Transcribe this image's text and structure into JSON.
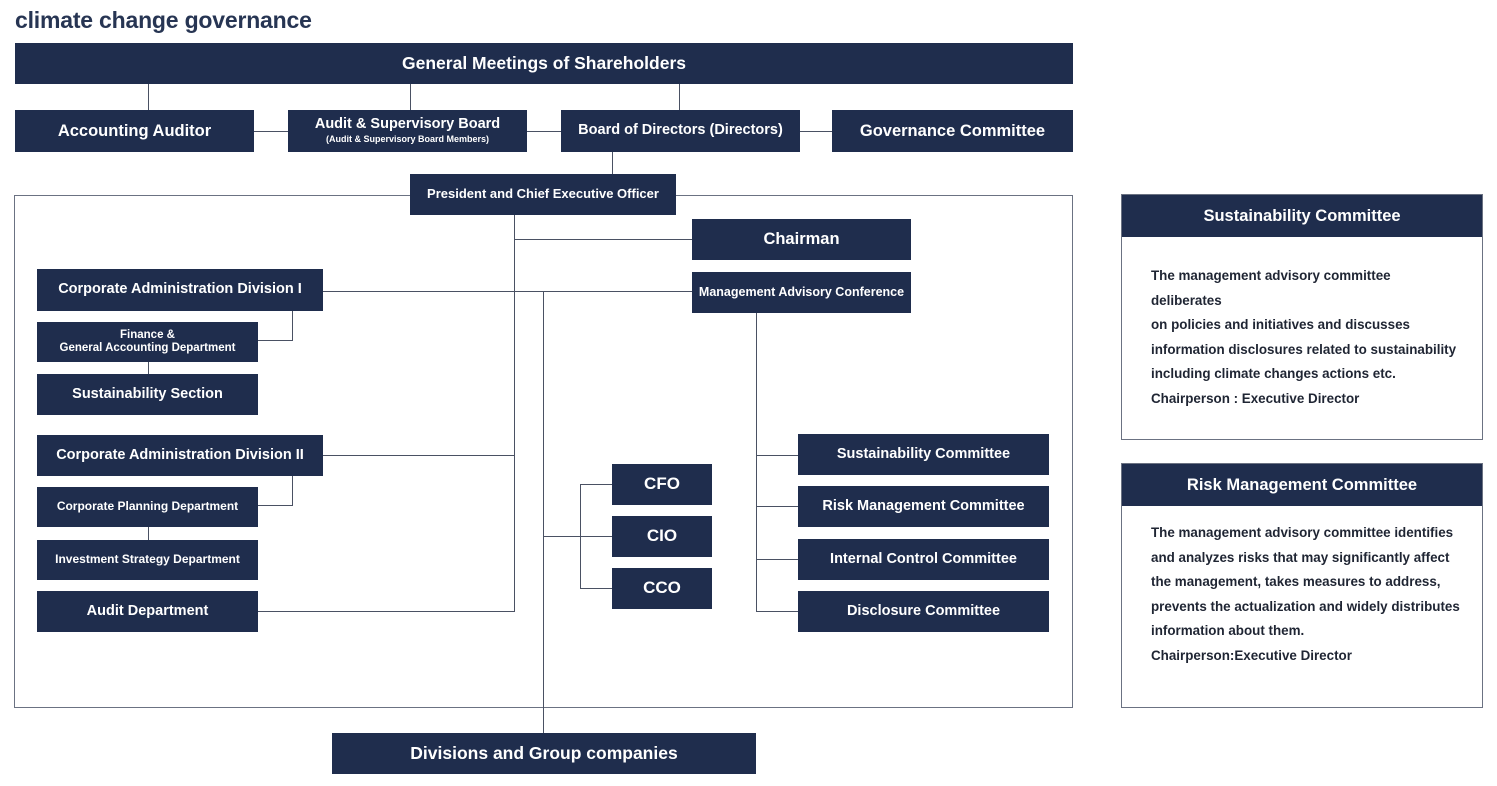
{
  "title": "climate change governance",
  "org": {
    "shareholders": "General Meetings of Shareholders",
    "accounting_auditor": "Accounting Auditor",
    "audit_board": "Audit & Supervisory Board",
    "audit_board_sub": "(Audit & Supervisory Board Members)",
    "board_of_directors": "Board of Directors (Directors)",
    "governance_committee": "Governance Committee",
    "president": "President and Chief Executive Officer",
    "chairman": "Chairman",
    "management_advisory": "Management Advisory Conference",
    "corp_admin_1": "Corporate Administration Division I",
    "finance_line1": "Finance &",
    "finance_line2": "General Accounting Department",
    "sustainability_section": "Sustainability Section",
    "corp_admin_2": "Corporate Administration Division II",
    "corp_planning": "Corporate Planning Department",
    "investment_strategy": "Investment Strategy Department",
    "audit_department": "Audit Department",
    "cfo": "CFO",
    "cio": "CIO",
    "cco": "CCO",
    "sustainability_committee": "Sustainability Committee",
    "risk_committee": "Risk Management Committee",
    "internal_control": "Internal Control Committee",
    "disclosure_committee": "Disclosure Committee",
    "divisions": "Divisions and Group companies"
  },
  "panels": {
    "sustainability": {
      "heading": "Sustainability Committee",
      "lines": [
        "The management advisory committee deliberates",
        "on policies and initiatives and discusses",
        "information disclosures related to sustainability",
        "including climate changes actions etc.",
        "Chairperson : Executive Director"
      ]
    },
    "risk": {
      "heading": "Risk Management Committee",
      "lines": [
        "The management advisory committee identifies",
        "and analyzes risks that may significantly affect",
        "the management, takes measures to address,",
        "prevents the actualization and widely distributes",
        "information about them.",
        "Chairperson:Executive Director"
      ]
    }
  }
}
